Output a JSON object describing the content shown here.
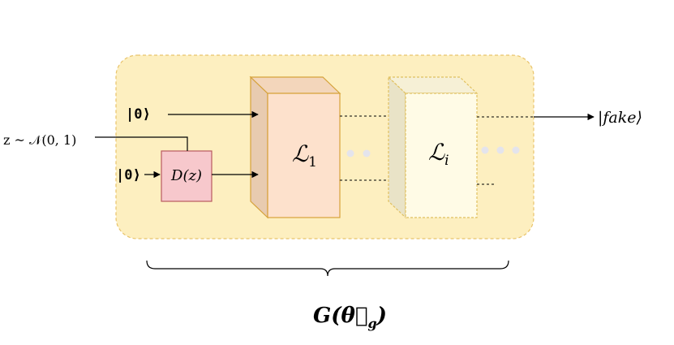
{
  "labels": {
    "ket_zero_top": "|0⟩",
    "ket_zero_bottom": "|0⟩",
    "noise_input": "z ~ 𝒩(0, 1)",
    "decoder": "D(z)",
    "layer_first": "ℒ",
    "layer_first_sub": "1",
    "layer_i": "ℒ",
    "layer_i_sub": "i",
    "output": "|fake⟩",
    "generator": "G(θ⃗",
    "generator_sub": "g",
    "generator_close": ")"
  },
  "colors": {
    "container_fill": "#fdefc0",
    "container_stroke": "#e8c36a",
    "layer1_front": "#fde1cc",
    "layer1_side": "#e8cbb0",
    "layer1_stroke": "#d6a23a",
    "layeri_front": "#fffbe6",
    "layeri_side": "#e9e3c7",
    "layeri_stroke": "#e0c060",
    "decoder_fill": "#f7c8cc",
    "decoder_stroke": "#b85a60",
    "dots": "#e4e4ec"
  }
}
